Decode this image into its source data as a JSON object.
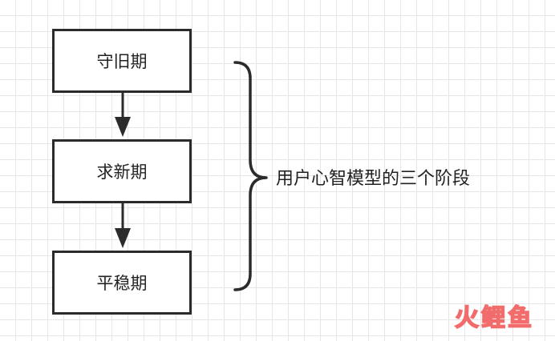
{
  "diagram": {
    "stages": [
      {
        "label": "守旧期"
      },
      {
        "label": "求新期"
      },
      {
        "label": "平稳期"
      }
    ],
    "caption": "用户心智模型的三个阶段",
    "colors": {
      "stroke": "#2b2b2b",
      "grid": "#e6e6e6",
      "watermark": "#f36c6c"
    }
  },
  "watermark": {
    "text": "火鲤鱼"
  }
}
